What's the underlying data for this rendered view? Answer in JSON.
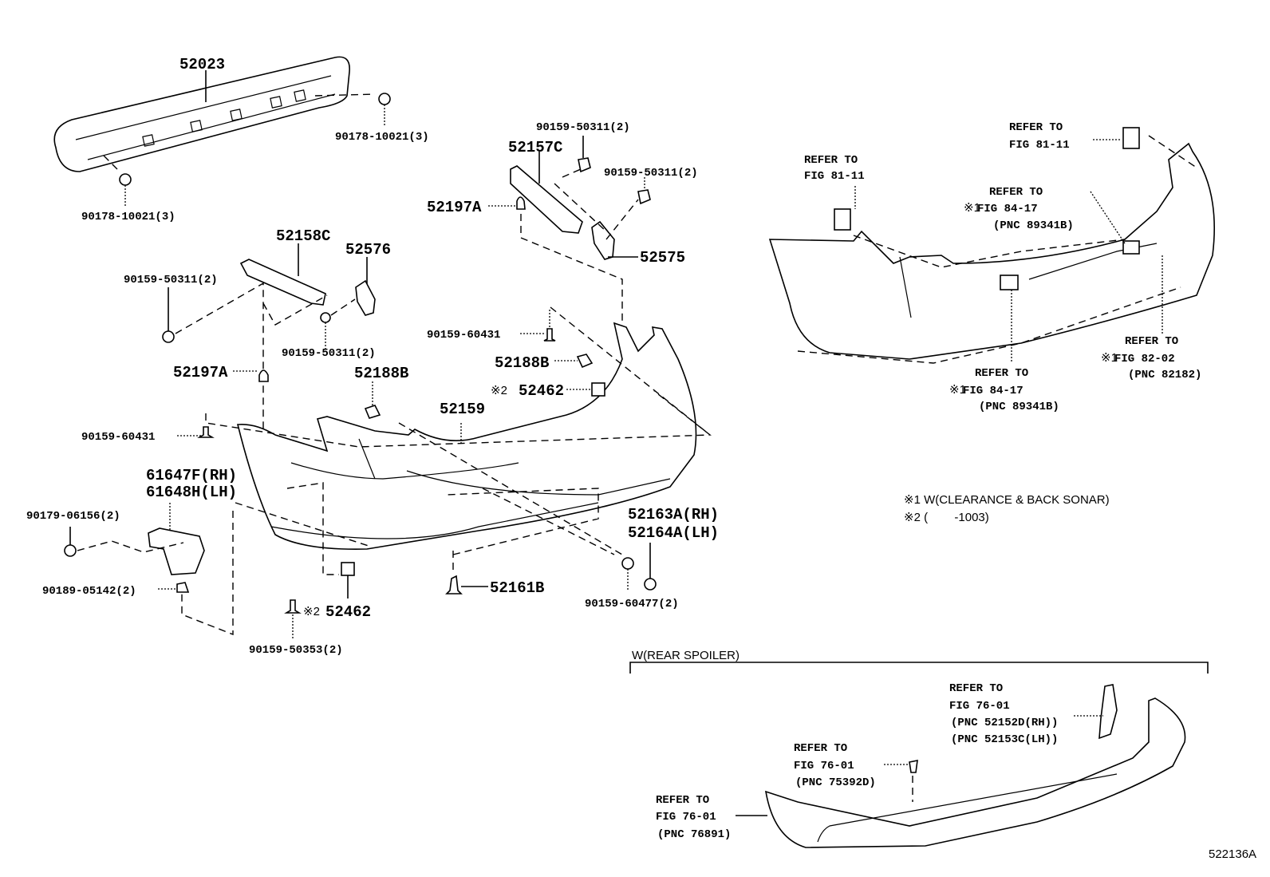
{
  "figure_id": "522136A",
  "parts": {
    "p52023": "52023",
    "p90178_top": "90178-10021(3)",
    "p90178_bottom": "90178-10021(3)",
    "p90159_50311_a": "90159-50311(2)",
    "p90159_50311_b": "90159-50311(2)",
    "p90159_50311_c": "90159-50311(2)",
    "p90159_50311_d": "90159-50311(2)",
    "p52157C": "52157C",
    "p52197A_top": "52197A",
    "p52197A_left": "52197A",
    "p52575": "52575",
    "p52158C": "52158C",
    "p52576": "52576",
    "p90159_60431_a": "90159-60431",
    "p90159_60431_b": "90159-60431",
    "p52188B_a": "52188B",
    "p52188B_b": "52188B",
    "p52462_a": "52462",
    "p52462_b": "52462",
    "p52159": "52159",
    "p61647F": "61647F(RH)",
    "p61648H": "61648H(LH)",
    "p90179": "90179-06156(2)",
    "p90189": "90189-05142(2)",
    "p90159_50353": "90159-50353(2)",
    "p52161B": "52161B",
    "p52163A": "52163A(RH)",
    "p52164A": "52164A(LH)",
    "p90159_60477": "90159-60477(2)"
  },
  "marks": {
    "m1": "※1",
    "m2": "※2"
  },
  "sonar": {
    "ref_a": [
      "REFER TO",
      "FIG 81-11"
    ],
    "ref_b": [
      "REFER TO",
      "FIG 81-11"
    ],
    "ref_c": [
      "REFER TO",
      "FIG 84-17",
      "(PNC 89341B)"
    ],
    "ref_d": [
      "REFER TO",
      "FIG 84-17",
      "(PNC 89341B)"
    ],
    "ref_e": [
      "REFER TO",
      "FIG 82-02",
      "(PNC 82182)"
    ]
  },
  "notes": {
    "note1": "※1 W(CLEARANCE & BACK SONAR)",
    "note2": "※2 (        -1003)"
  },
  "spoiler": {
    "title": "W(REAR SPOILER)",
    "ref_a": [
      "REFER TO",
      "FIG 76-01",
      "(PNC 52152D(RH))",
      "(PNC 52153C(LH))"
    ],
    "ref_b": [
      "REFER TO",
      "FIG 76-01",
      "(PNC 75392D)"
    ],
    "ref_c": [
      "REFER TO",
      "FIG 76-01",
      "(PNC 76891)"
    ]
  }
}
